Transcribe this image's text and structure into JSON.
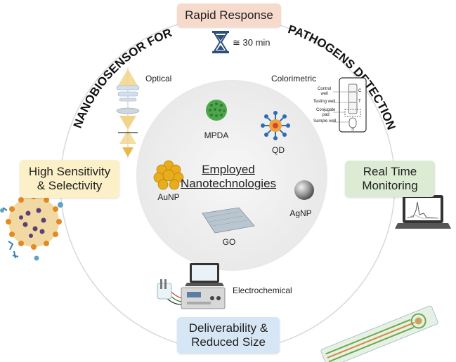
{
  "arc_texts": {
    "left": "NANOBIOSENSOR FOR",
    "right": "PATHOGENS DETECTION"
  },
  "boxes": {
    "rapid_response": "Rapid Response",
    "high_sensitivity": [
      "High Sensitivity",
      "& Selectivity"
    ],
    "real_time": [
      "Real Time",
      "Monitoring"
    ],
    "deliverability": [
      "Deliverability &",
      "Reduced Size"
    ]
  },
  "time_label": "≅ 30 min",
  "methods": {
    "optical": "Optical",
    "colorimetric": "Colorimetric",
    "electrochemical": "Electrochemical"
  },
  "center": {
    "title_line1": "Employed",
    "title_line2": "Nanotechnologies",
    "items": {
      "mpda": "MPDA",
      "qd": "QD",
      "aunp": "AuNP",
      "agnp": "AgNP",
      "go": "GO"
    }
  },
  "test_strip": {
    "control_well": [
      "Control",
      "well"
    ],
    "control_letter": "C",
    "testing_well": "Testing well",
    "test_letter": "T",
    "conjugate_pad": [
      "Conjugate",
      "pad"
    ],
    "sample_well": "Sample well",
    "sample_letter": "S"
  },
  "colors": {
    "rapid_box": "#f6dacb",
    "sensitivity_box": "#fbf0c8",
    "realtime_box": "#dcebd3",
    "deliver_box": "#d6e6f4",
    "center_disc": "#efefef",
    "ring": "#d9d9d9"
  }
}
